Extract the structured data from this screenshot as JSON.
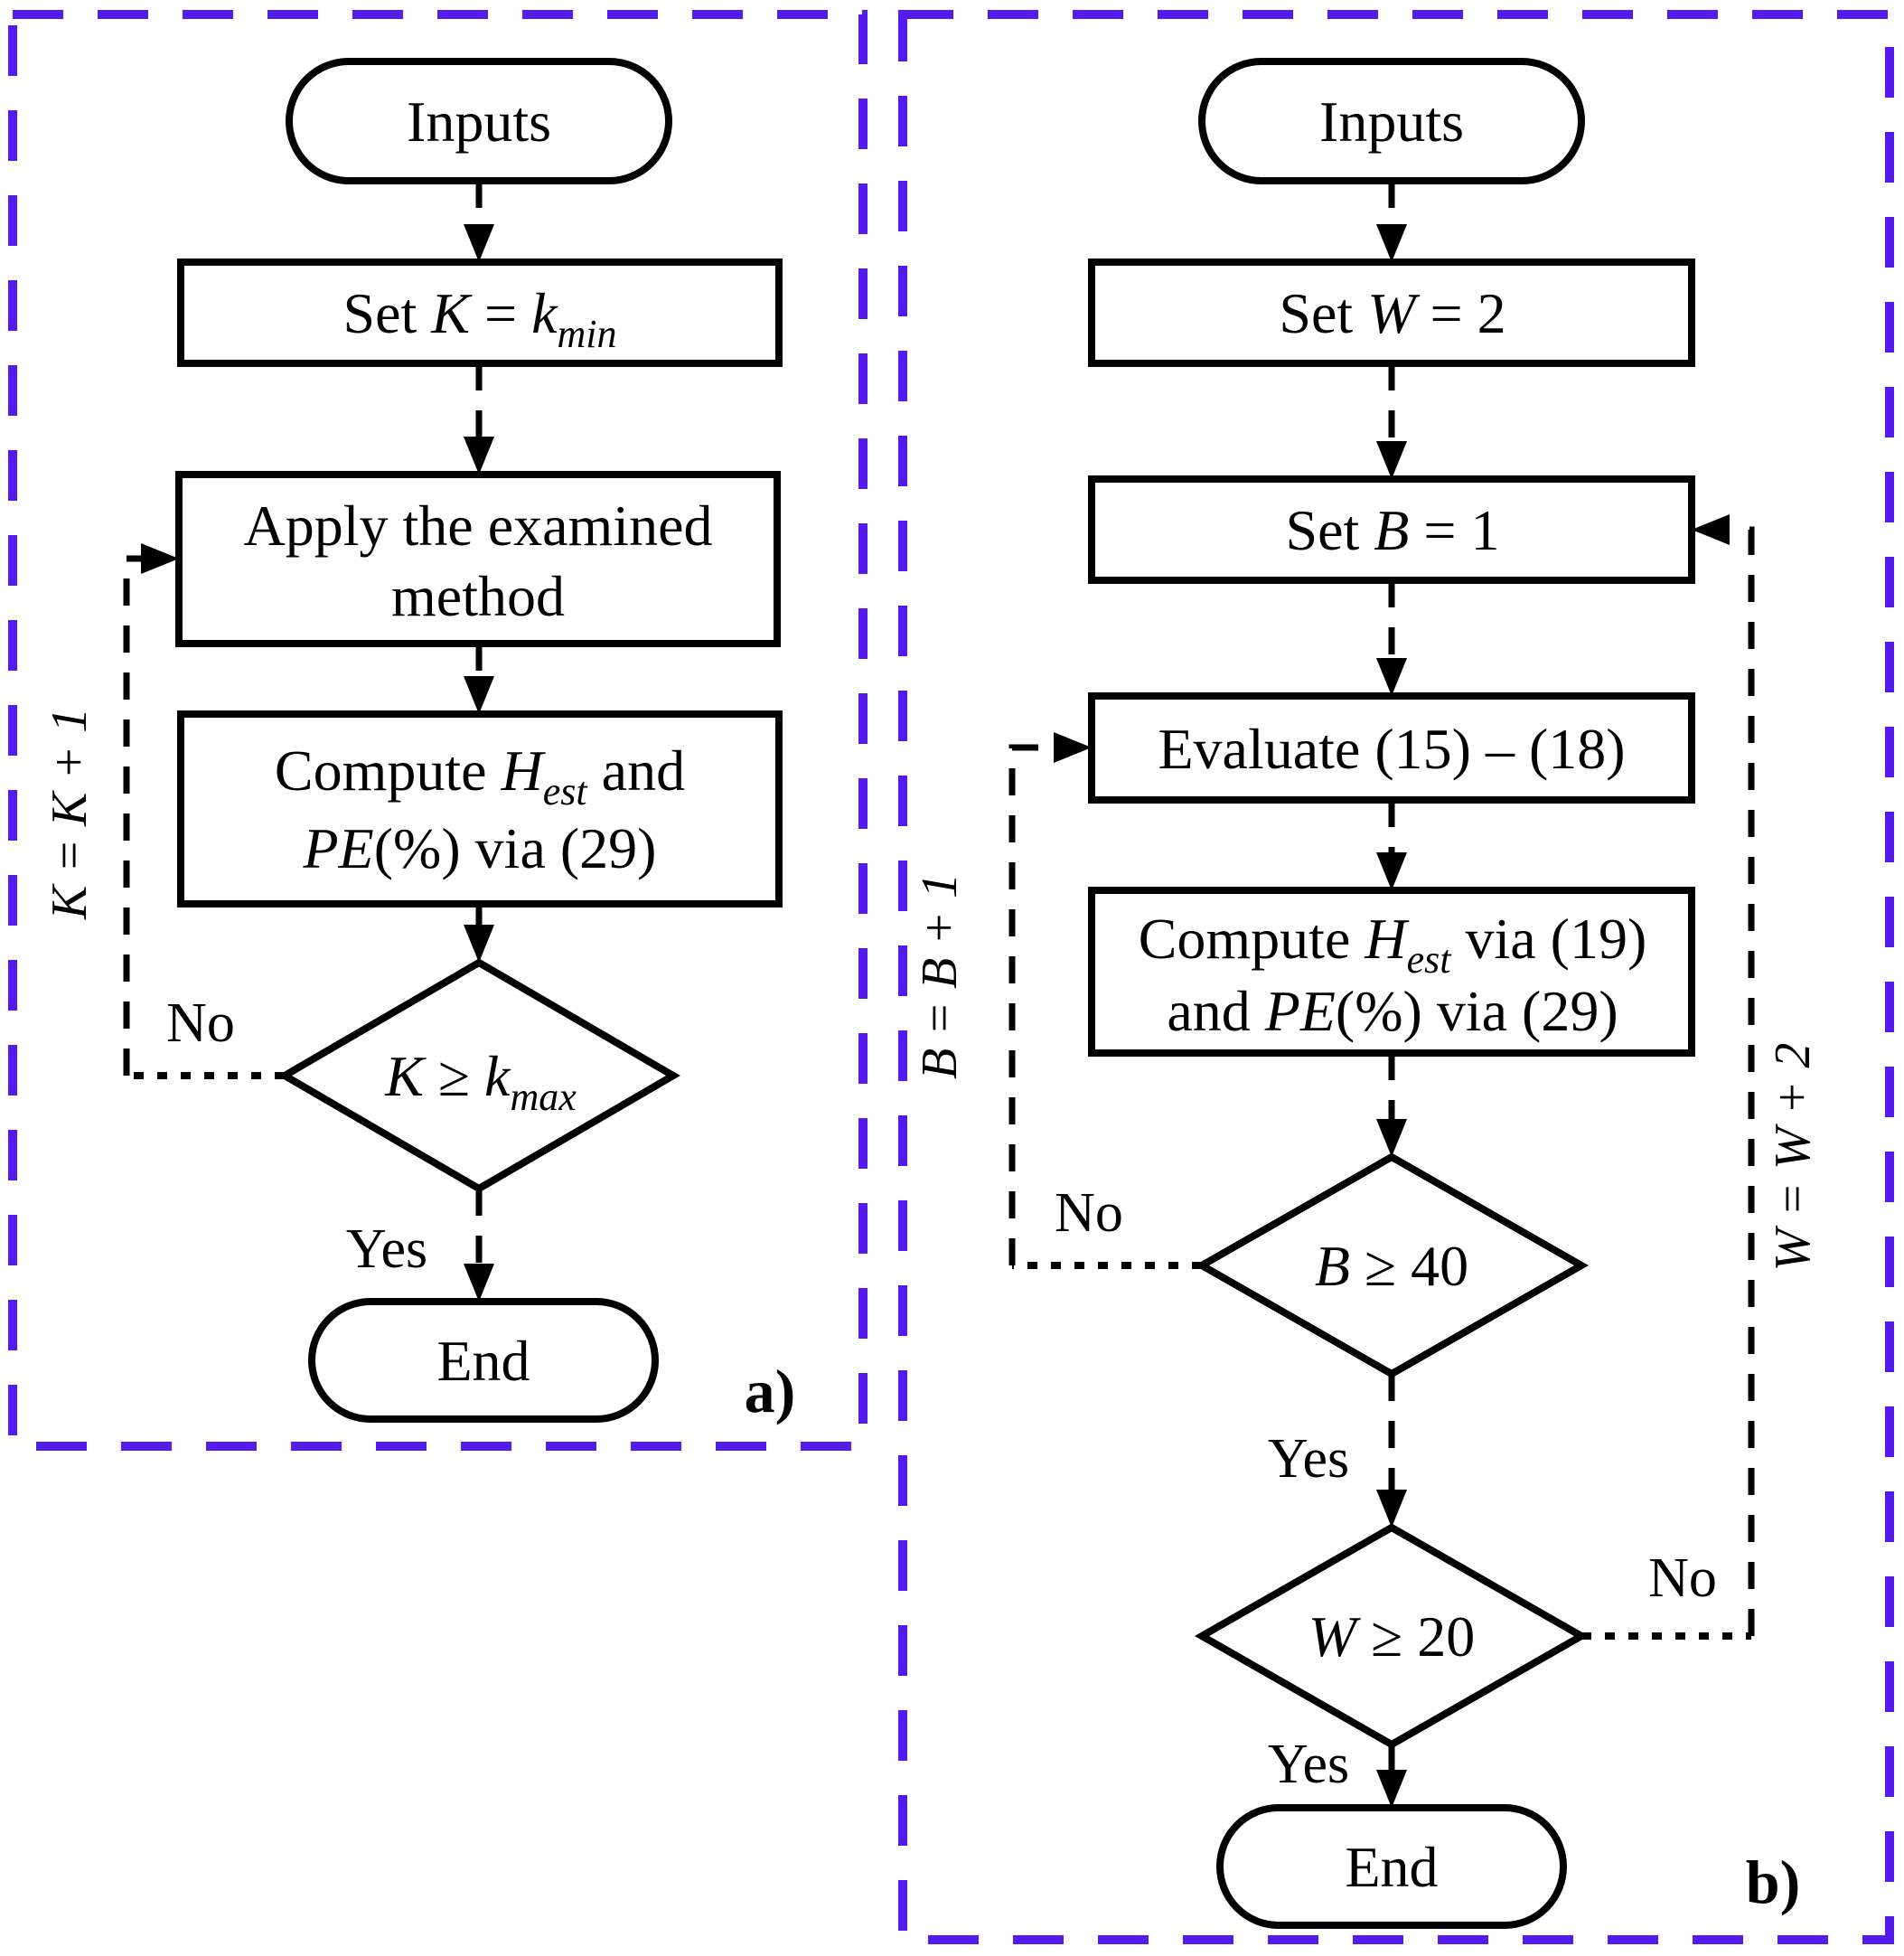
{
  "colors": {
    "panel_border": "#531BEE",
    "ink": "#000000",
    "background": "#FFFFFF"
  },
  "panel_a": {
    "label": "a)",
    "nodes": {
      "inputs": "Inputs",
      "set_k": {
        "t1": "Set ",
        "t2": "K",
        "t3": " = ",
        "t4": "k",
        "t5": "min"
      },
      "apply": {
        "line1": "Apply the examined",
        "line2": "method"
      },
      "compute": {
        "l1t1": "Compute ",
        "l1t2": "H",
        "l1t3": "est",
        "l1t4": " and",
        "l2t1": "PE",
        "l2t2": "(%) via (29)"
      },
      "decision": {
        "t1": "K",
        "t2": " ≥ ",
        "t3": "k",
        "t4": "max"
      },
      "end": "End"
    },
    "edges": {
      "no": "No",
      "yes": "Yes",
      "loop_label": "K = K + 1"
    }
  },
  "panel_b": {
    "label": "b)",
    "nodes": {
      "inputs": "Inputs",
      "set_w": {
        "t1": "Set ",
        "t2": "W",
        "t3": " = 2"
      },
      "set_b": {
        "t1": "Set ",
        "t2": "B",
        "t3": " = 1"
      },
      "evaluate": "Evaluate (15) – (18)",
      "compute": {
        "l1t1": "Compute ",
        "l1t2": "H",
        "l1t3": "est",
        "l1t4": " via (19)",
        "l2t1": "and ",
        "l2t2": "PE",
        "l2t3": "(%) via (29)"
      },
      "decision_b": {
        "t1": "B",
        "t2": " ≥ 40"
      },
      "decision_w": {
        "t1": "W",
        "t2": " ≥ 20"
      },
      "end": "End"
    },
    "edges": {
      "no": "No",
      "yes": "Yes",
      "loop_b_label": "B = B + 1",
      "loop_w_label": "W = W + 2"
    }
  }
}
